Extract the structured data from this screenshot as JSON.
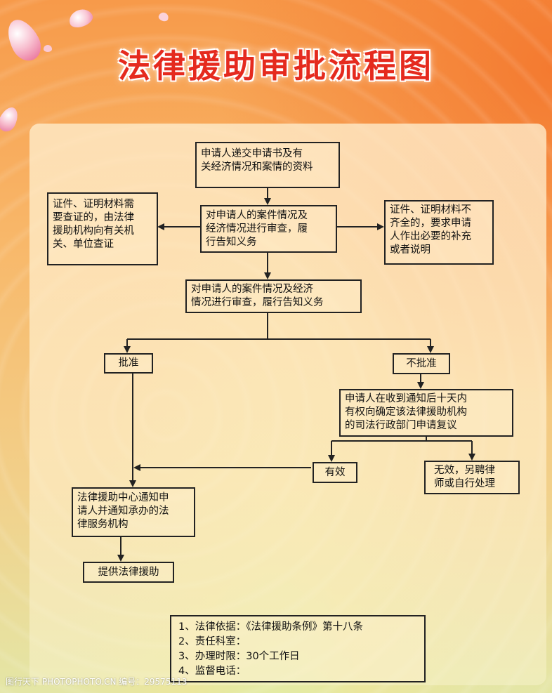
{
  "title": "法律援助审批流程图",
  "colors": {
    "title": "#e52a1e",
    "border": "#222222",
    "accent": "#f79a4a"
  },
  "flow": {
    "submit": {
      "lines": [
        "申请人递交申请书及有",
        "关经济情况和案情的资料"
      ]
    },
    "review1": {
      "lines": [
        "对申请人的案件情况及",
        "经济情况进行审查，履",
        "行告知义务"
      ]
    },
    "left_note": {
      "lines": [
        "证件、证明材料需",
        "要查证的，由法律",
        "援助机构向有关机",
        "关、单位查证"
      ]
    },
    "right_note": {
      "lines": [
        "证件、证明材料不",
        "齐全的，要求申请",
        "人作出必要的补充",
        "或者说明"
      ]
    },
    "review2": {
      "lines": [
        "对申请人的案件情况及经济",
        "情况进行审查，履行告知义务"
      ]
    },
    "approve": "批准",
    "reject": "不批准",
    "appeal": {
      "lines": [
        "申请人在收到通知后十天内",
        "有权向确定该法律援助机构",
        "的司法行政部门申请复议"
      ]
    },
    "valid": "有效",
    "invalid": {
      "lines": [
        "无效，另聘律",
        "师或自行处理"
      ]
    },
    "notify": {
      "lines": [
        "法律援助中心通知申",
        "请人并通知承办的法",
        "律服务机构"
      ]
    },
    "provide": "提供法律援助"
  },
  "notes": [
    "1、法律依据：《法律援助条例》第十八条",
    "2、责任科室：",
    "3、办理时限：30个工作日",
    "4、监督电话："
  ],
  "watermark": "图行天下 PHOTOPHOTO.CN  编号：29575113"
}
